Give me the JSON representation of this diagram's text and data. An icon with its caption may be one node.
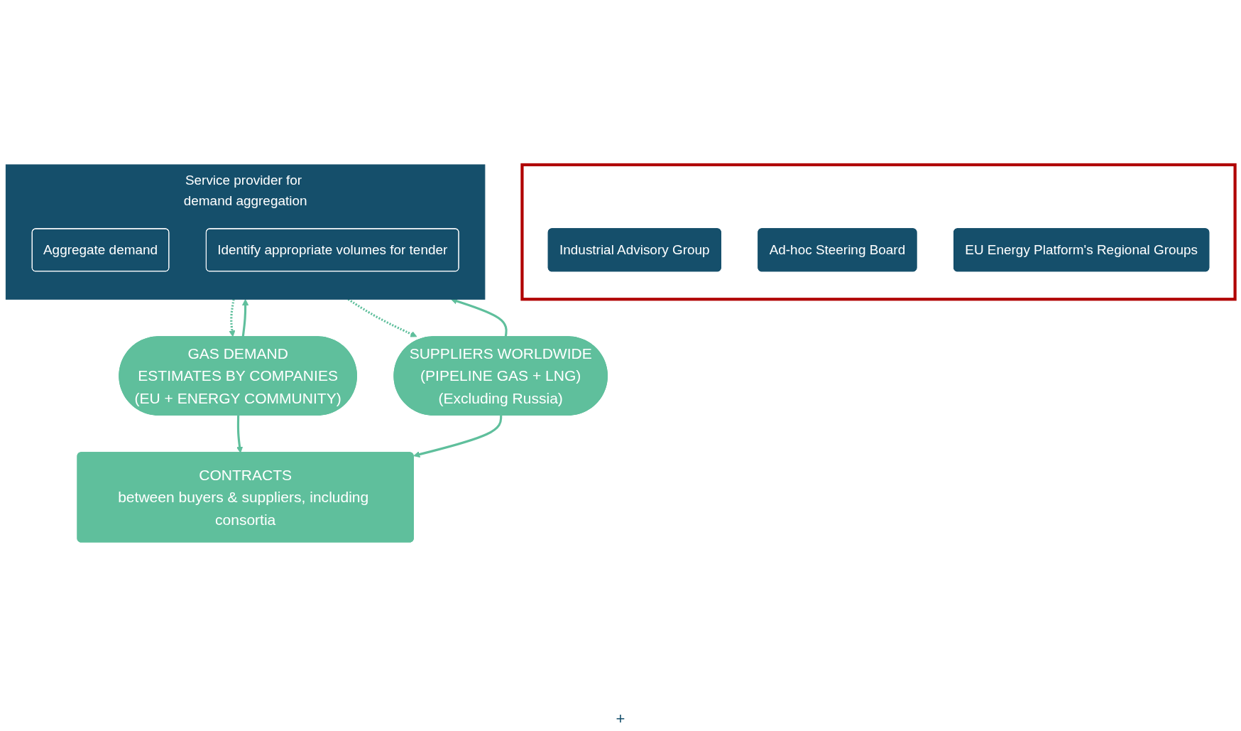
{
  "diagram": {
    "nodes": [
      {
        "text": [],
        "shape": "box"
      },
      {
        "text": [
          "Industrial Advisory Group"
        ],
        "in": 0
      },
      {
        "text": [
          "Ad-hoc Steering Board"
        ],
        "in": 0
      },
      {
        "text": [
          "EU Energy Platform's Regional Groups"
        ],
        "in": 0
      },
      {
        "text": [
          "GAS DEMAND",
          "ESTIMATES BY COMPANIES",
          "(EU + ENERGY COMMUNITY)"
        ]
      },
      {
        "text": [
          "Service provider for demand aggregation"
        ]
      },
      {
        "text": [
          "Aggregate demand"
        ],
        "in": 5
      },
      {
        "text": [
          "Identify appropriate volumes for tender"
        ],
        "in": 5
      },
      {
        "text": [
          "SUPPLIERS WORLDWIDE",
          "(PIPELINE GAS + LNG)",
          "(Excluding Russia)"
        ]
      },
      {
        "text": [
          "CONTRACTS",
          "between buyers & suppliers, including consortia"
        ]
      }
    ],
    "edges": [
      {
        "from": 4,
        "to": 5,
        "arrow": "to"
      },
      {
        "from": 8,
        "to": 5,
        "arrow": "to"
      },
      {
        "from": 5,
        "to": 4,
        "arrow": "to",
        "style": "dashed"
      },
      {
        "from": 5,
        "to": 8,
        "arrow": "to",
        "style": "dashed"
      },
      {
        "from": 4,
        "to": 9,
        "arrow": "to"
      },
      {
        "from": 8,
        "to": 9,
        "arrow": "to"
      }
    ],
    "labels": [
      "+"
    ]
  }
}
